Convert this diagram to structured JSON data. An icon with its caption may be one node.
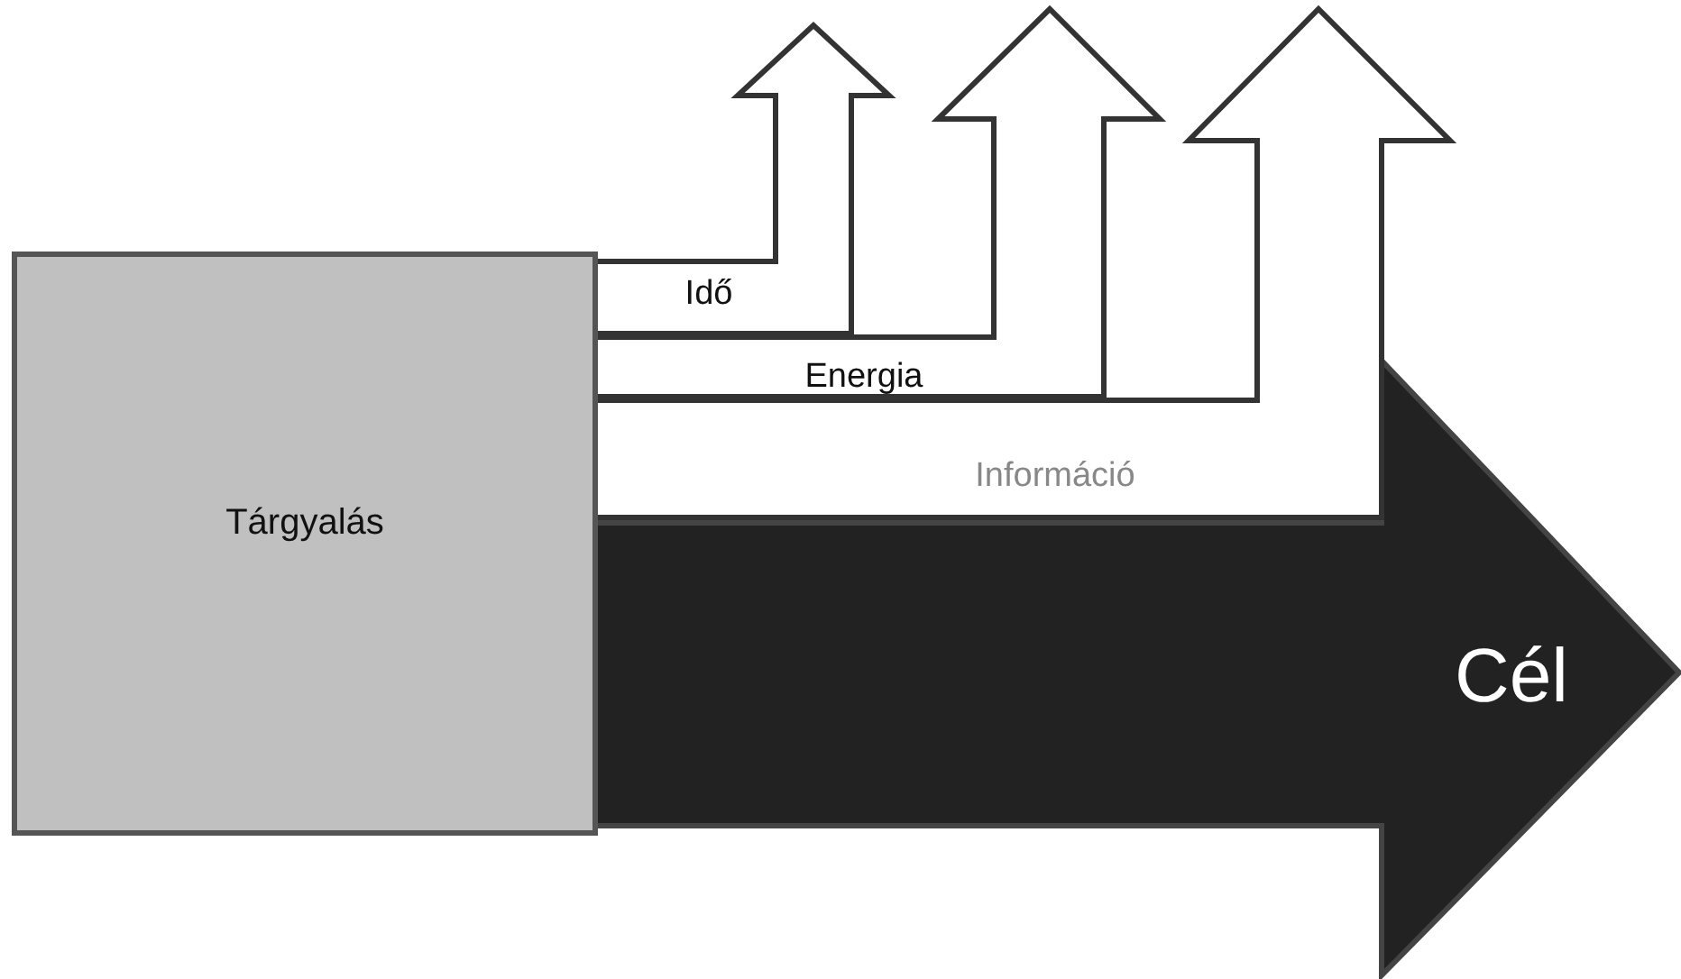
{
  "diagram": {
    "nodes": [
      {
        "text": [
          "Tárgyalás"
        ]
      },
      {
        "text": [
          "Idő"
        ]
      },
      {
        "text": [
          "Energia"
        ]
      },
      {
        "text": [
          "Információ"
        ]
      },
      {
        "text": [
          "Cél"
        ]
      }
    ]
  }
}
